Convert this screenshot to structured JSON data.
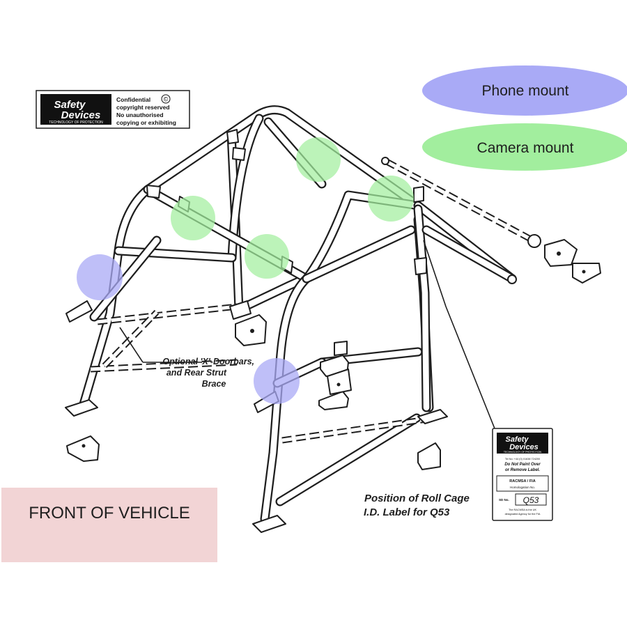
{
  "header_label": {
    "brand_line1": "Safety",
    "brand_line2": "Devices",
    "brand_tagline": "TECHNOLOGY OF PROTECTION",
    "notice_line1": "Confidential",
    "copyright_mark": "©",
    "notice_line2": "copyright reserved",
    "notice_line3": "No unauthorised",
    "notice_line4": "copying or exhibiting"
  },
  "legend": {
    "phone_mount": {
      "label": "Phone mount",
      "color": "#a9aaf6"
    },
    "camera_mount": {
      "label": "Camera mount",
      "color": "#a2ee9e"
    }
  },
  "markers": {
    "phone_mount_color": "#a9aaf6",
    "camera_mount_color": "#a2ee9e"
  },
  "annotations": {
    "doorbars_line1": "Optional 'X'-Doorbars,",
    "doorbars_line2": "and Rear Strut",
    "doorbars_line3": "Brace",
    "position_line1": "Position of Roll Cage",
    "position_line2": "I.D. Label for Q53"
  },
  "id_label": {
    "brand_line1": "Safety",
    "brand_line2": "Devices",
    "brand_tagline": "TECHNOLOGY OF PROTECTION",
    "tel": "Tel No: +44 (0) 01638 724200",
    "warning_line1": "Do Not Paint Over",
    "warning_line2": "or Remove Label.",
    "authority": "RACMSA / FIA",
    "homologation": "Homologation No.",
    "sd_ref": "SD No.",
    "code": "Q53",
    "footer_line1": "The RACMSA is the UK",
    "footer_line2": "designated Agency for the FIA"
  },
  "front_label": {
    "text": "FRONT OF VEHICLE",
    "background": "#f2d4d5"
  }
}
